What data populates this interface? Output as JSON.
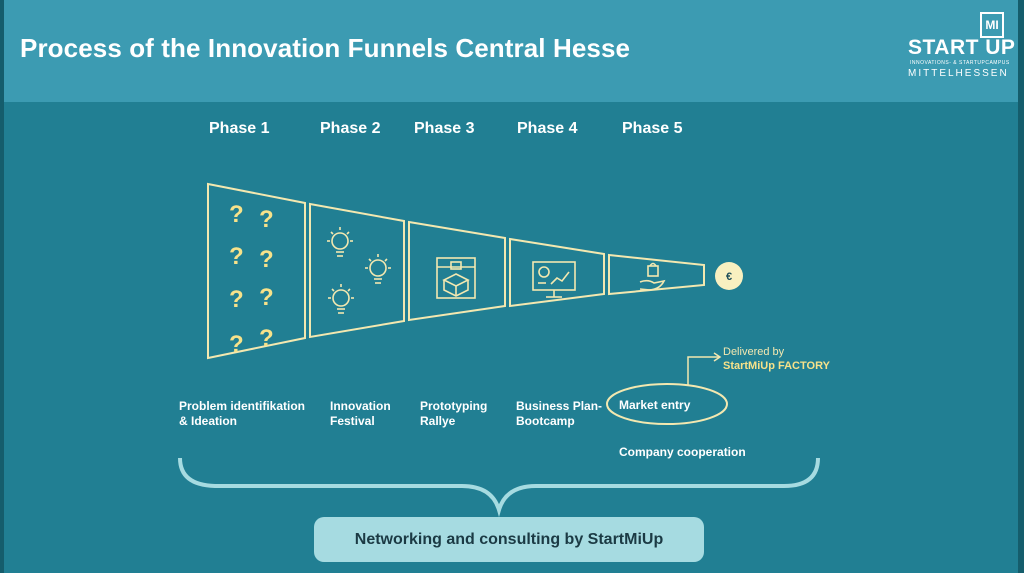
{
  "header": {
    "title": "Process of the Innovation Funnels Central Hesse",
    "logo": {
      "box": "MI",
      "main": "START UP",
      "sub": "INNOVATIONS- & STARTUPCAMPUS",
      "city": "MITTELHESSEN"
    }
  },
  "phases": [
    "Phase 1",
    "Phase 2",
    "Phase 3",
    "Phase 4",
    "Phase 5"
  ],
  "stages": [
    {
      "line1": "Problem identifikation",
      "line2": "& Ideation",
      "icon": "question-marks"
    },
    {
      "line1": "Innovation",
      "line2": "Festival",
      "icon": "lightbulb"
    },
    {
      "line1": "Prototyping",
      "line2": "Rallye",
      "icon": "3d-printer"
    },
    {
      "line1": "Business Plan-",
      "line2": "Bootcamp",
      "icon": "presentation-board"
    },
    {
      "line1": "Market entry",
      "line2": "",
      "icon": "hand-bag"
    }
  ],
  "end_symbol": "€",
  "company_cooperation": "Company cooperation",
  "delivered": {
    "line1": "Delivered by",
    "line2": "StartMiUp FACTORY"
  },
  "bottom_label": "Networking and consulting by StartMiUp",
  "colors": {
    "background": "#217f93",
    "header": "#3c9bb2",
    "funnel_stroke": "#f3e8b0",
    "accent": "#f7e28a",
    "cta": "#a6dbe1"
  }
}
